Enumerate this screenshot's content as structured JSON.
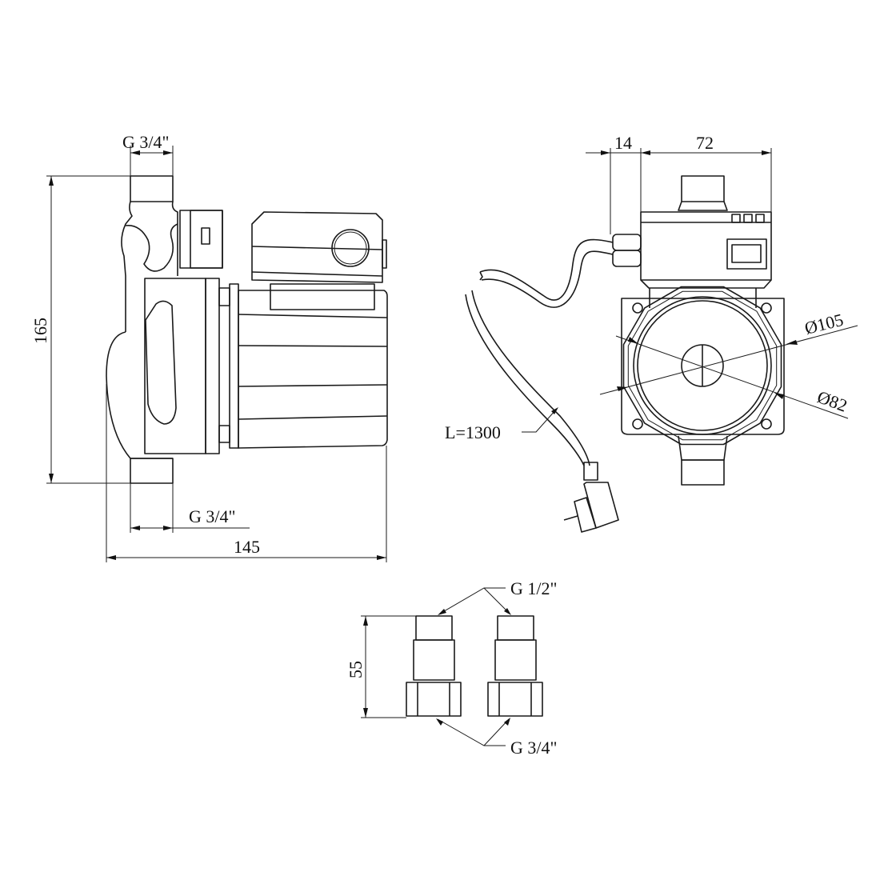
{
  "side_view": {
    "inlet_thread_top": "G 3/4\"",
    "outlet_thread_bottom": "G 3/4\"",
    "height": "165",
    "length": "145"
  },
  "front_view": {
    "gland_offset": "14",
    "box_width": "72",
    "diameter_outer": "Ø105",
    "diameter_inner": "Ø82",
    "cable_length": "L=1300"
  },
  "adapters": {
    "height": "55",
    "top_thread": "G 1/2\"",
    "bottom_thread": "G 3/4\""
  },
  "colors": {
    "line": "#1a1a1a",
    "background": "#ffffff"
  }
}
